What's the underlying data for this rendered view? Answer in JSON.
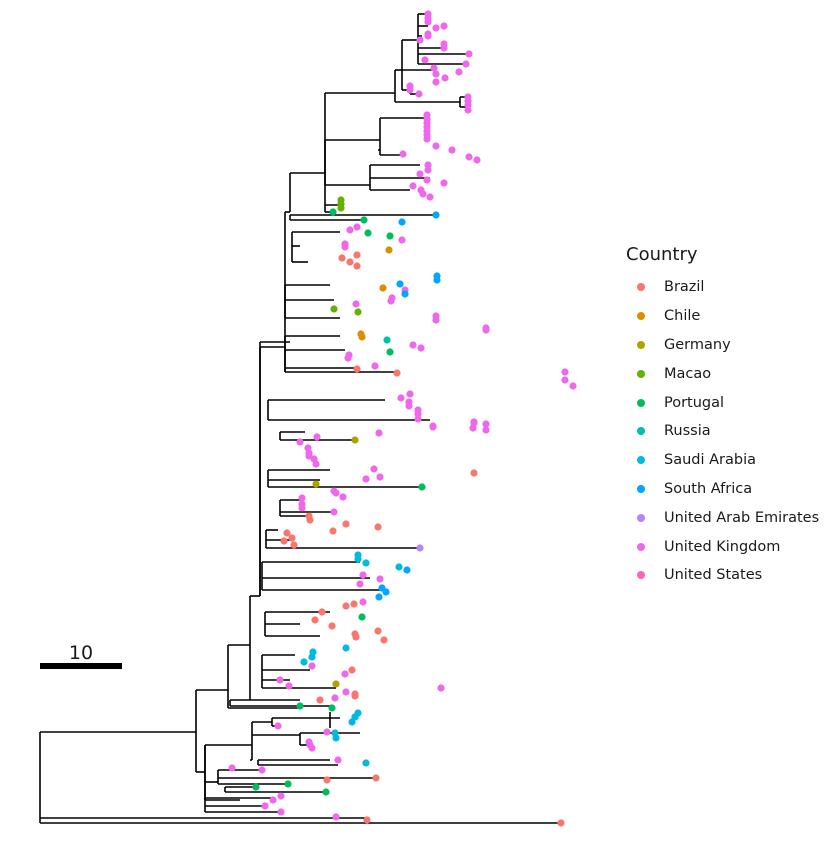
{
  "scale_bar": {
    "label": "10"
  },
  "legend": {
    "title": "Country",
    "items": [
      {
        "label": "Brazil",
        "color": "#F8766D"
      },
      {
        "label": "Chile",
        "color": "#DB8E00"
      },
      {
        "label": "Germany",
        "color": "#AEA200"
      },
      {
        "label": "Macao",
        "color": "#64B200"
      },
      {
        "label": "Portugal",
        "color": "#00BD5C"
      },
      {
        "label": "Russia",
        "color": "#00C1A7"
      },
      {
        "label": "Saudi Arabia",
        "color": "#00BADE"
      },
      {
        "label": "South Africa",
        "color": "#00A6FF"
      },
      {
        "label": "United Arab Emirates",
        "color": "#B385FF"
      },
      {
        "label": "United Kingdom",
        "color": "#EF67EB"
      },
      {
        "label": "United States",
        "color": "#FF63B6"
      }
    ]
  },
  "tree_tips": {
    "colors": {
      "BR": "#F8766D",
      "CL": "#DB8E00",
      "DE": "#AEA200",
      "MO": "#64B200",
      "PT": "#00BD5C",
      "RU": "#00C1A7",
      "SA": "#00BADE",
      "ZA": "#00A6FF",
      "AE": "#B385FF",
      "UK": "#EF67EB",
      "US": "#FF63B6"
    }
  }
}
